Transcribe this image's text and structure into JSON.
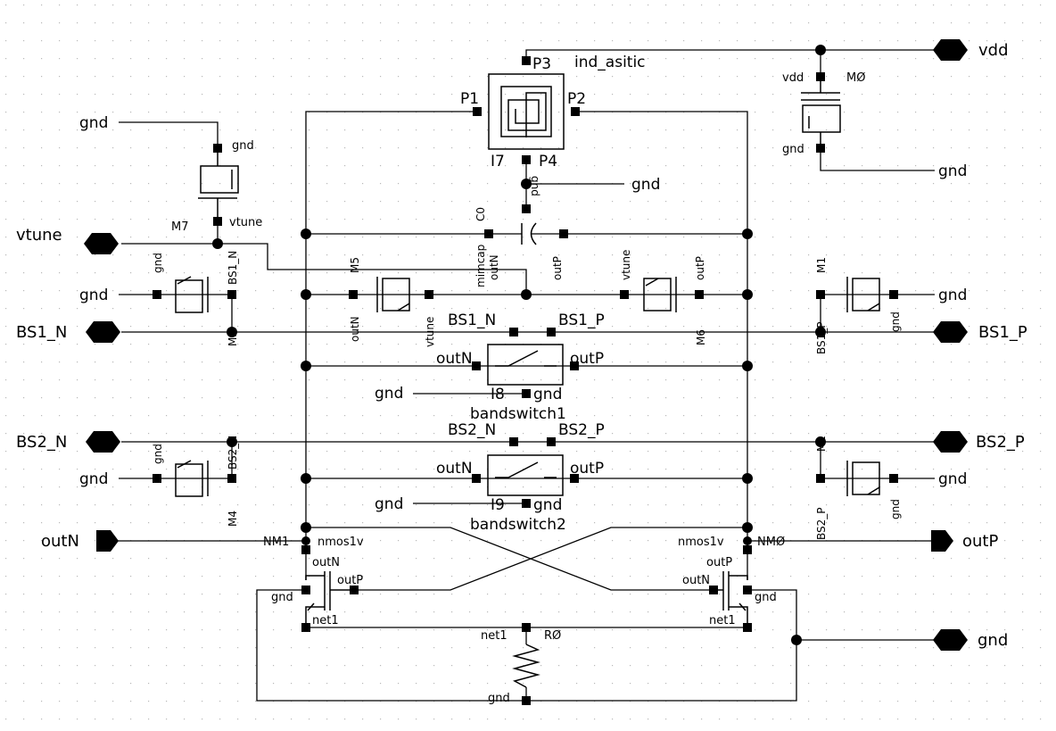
{
  "pins": {
    "vdd": "vdd",
    "vtune": "vtune",
    "BS1_N": "BS1_N",
    "BS1_P": "BS1_P",
    "BS2_N": "BS2_N",
    "BS2_P": "BS2_P",
    "outN": "outN",
    "outP": "outP",
    "gnd": "gnd"
  },
  "inductor": {
    "inst": "I7",
    "cell": "ind_asitic",
    "p1": "P1",
    "p2": "P2",
    "p3": "P3",
    "p4": "P4",
    "gnd": "gnd"
  },
  "capacitor": {
    "inst": "C0",
    "cell": "mimcap",
    "n": "outN",
    "p": "outP"
  },
  "varactors": {
    "m0": {
      "inst": "MØ",
      "t1": "vdd",
      "t2": "gnd"
    },
    "m7": {
      "inst": "M7",
      "t1": "gnd",
      "t2": "vtune"
    },
    "m5": {
      "inst": "M5",
      "t1": "outN",
      "t2": "vtune"
    },
    "m6": {
      "inst": "M6",
      "t1": "vtune",
      "t2": "outP"
    },
    "m3": {
      "inst": "M3",
      "t1": "gnd",
      "t2": "BS1_N"
    },
    "m1": {
      "inst": "M1",
      "t1": "BS1_P",
      "t2": "gnd"
    },
    "m4": {
      "inst": "M4",
      "t1": "gnd",
      "t2": "BS2_N"
    },
    "m2": {
      "inst": "M2",
      "t1": "BS2_P",
      "t2": "gnd"
    }
  },
  "bandswitch1": {
    "inst": "I8",
    "cell": "bandswitch1",
    "bsn": "BS1_N",
    "bsp": "BS1_P",
    "outn": "outN",
    "outp": "outP",
    "gnd": "gnd"
  },
  "bandswitch2": {
    "inst": "I9",
    "cell": "bandswitch2",
    "bsn": "BS2_N",
    "bsp": "BS2_P",
    "outn": "outN",
    "outp": "outP",
    "gnd": "gnd"
  },
  "nmos_left": {
    "inst": "NM1",
    "cell": "nmos1v",
    "d": "outN",
    "g": "outP",
    "s": "net1",
    "b": "gnd"
  },
  "nmos_right": {
    "inst": "NMØ",
    "cell": "nmos1v",
    "d": "outP",
    "g": "outN",
    "s": "net1",
    "b": "gnd"
  },
  "resistor": {
    "inst": "RØ",
    "top": "net1",
    "bottom": "gnd"
  },
  "nets": {
    "gnd": "gnd"
  }
}
